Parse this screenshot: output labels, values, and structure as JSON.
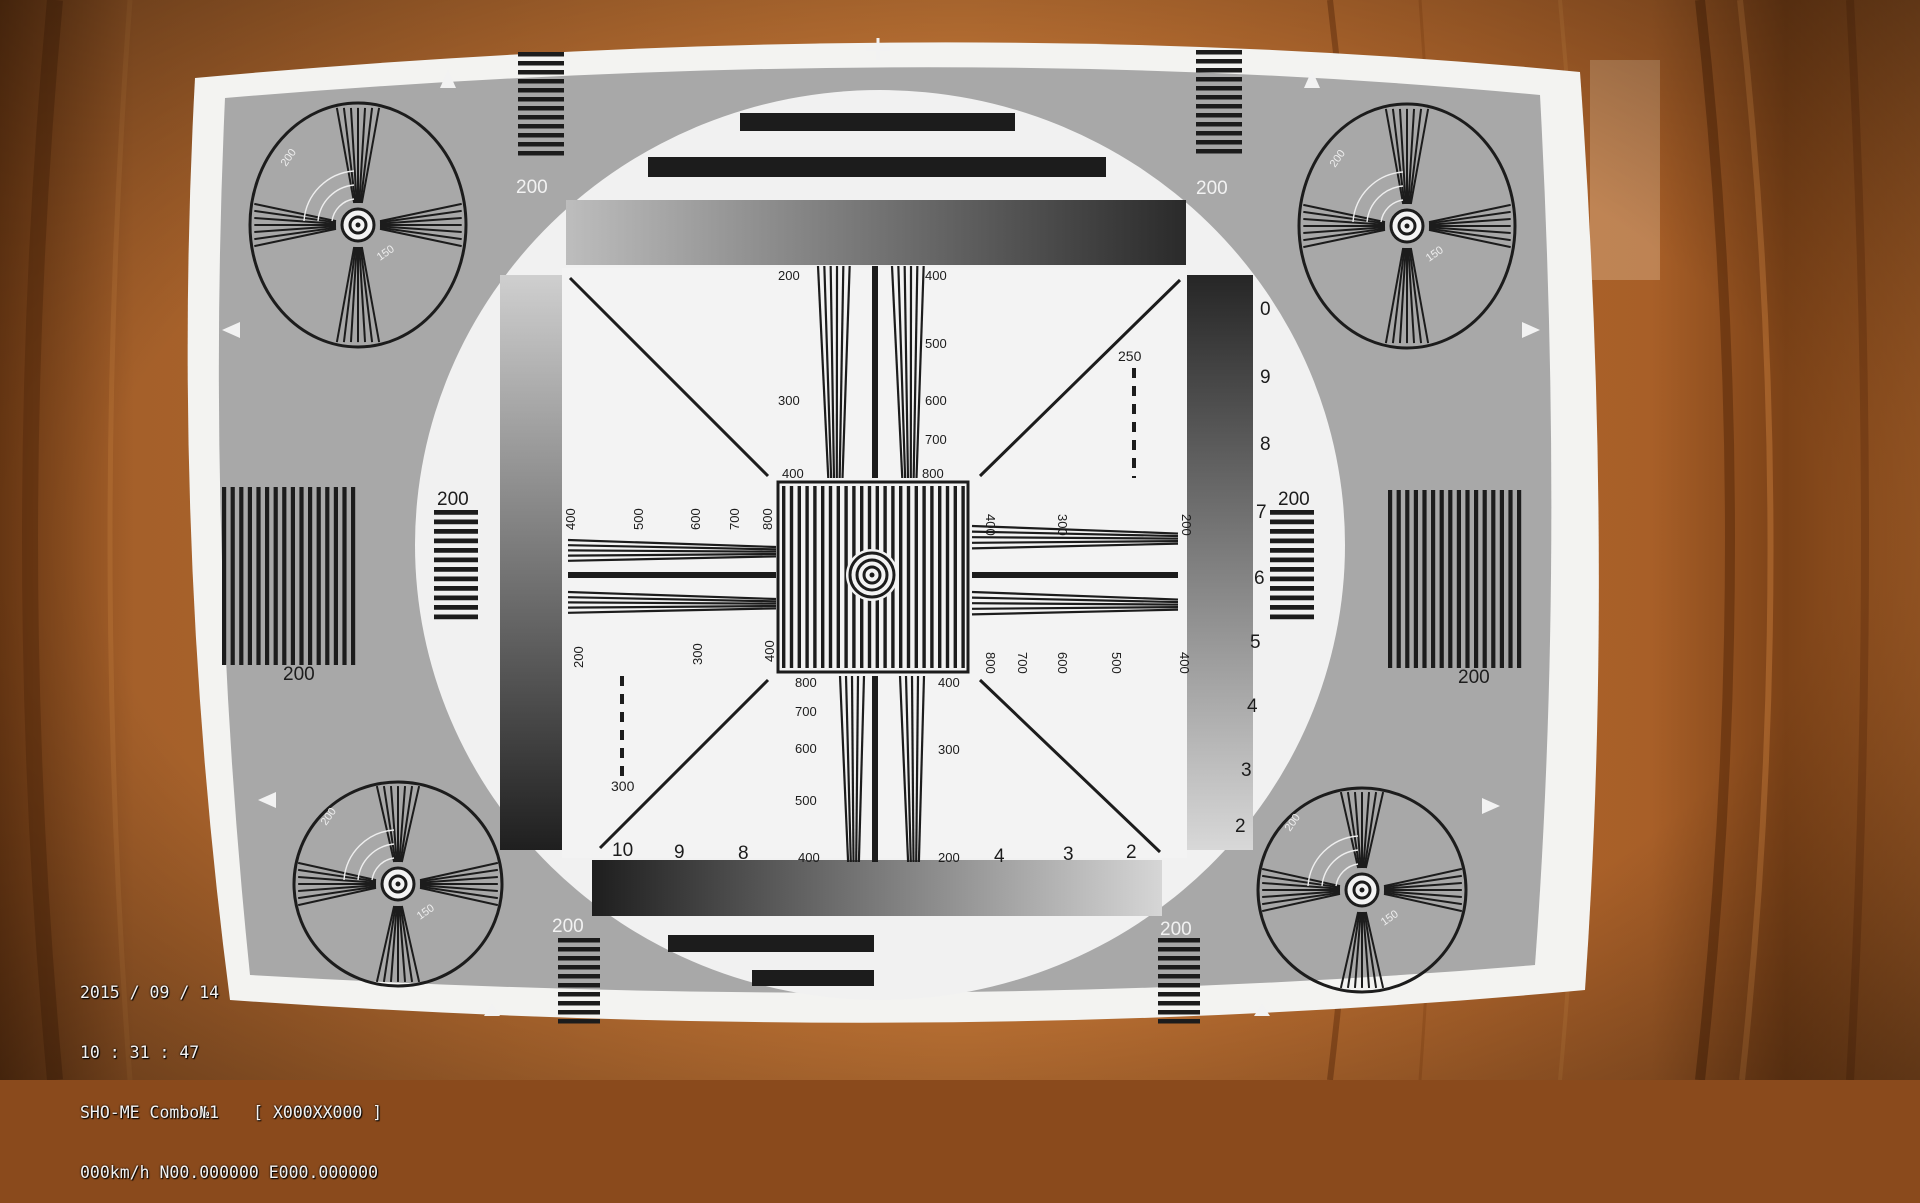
{
  "overlay": {
    "date": "2015 / 09 / 14",
    "time": "10 : 31 : 47",
    "device": "SHO-ME Combo№1",
    "serial": "[ X000XX000 ]",
    "gps": "000km/h N00.000000 E000.000000"
  },
  "chart": {
    "corner_labels": [
      "200",
      "200",
      "200",
      "200",
      "200",
      "200",
      "200",
      "200"
    ],
    "side_labels": [
      "200",
      "200"
    ],
    "top_ticks": [
      "200",
      "400",
      "500",
      "300",
      "600",
      "700",
      "400",
      "800"
    ],
    "bottom_ticks": [
      "800",
      "700",
      "600",
      "500",
      "400",
      "400",
      "300",
      "200"
    ],
    "left_ticks": [
      "400",
      "500",
      "600",
      "700",
      "800",
      "200",
      "300",
      "400"
    ],
    "right_ticks": [
      "400",
      "300",
      "200",
      "800",
      "700",
      "600",
      "500",
      "400"
    ],
    "diag_labels": [
      "250",
      "300"
    ],
    "right_scale": [
      "0",
      "9",
      "8",
      "7",
      "6",
      "5",
      "4",
      "3",
      "2"
    ],
    "bottom_scale": [
      "10",
      "9",
      "8",
      "4",
      "3",
      "2"
    ],
    "wheel_labels": [
      "200",
      "150"
    ]
  },
  "colors": {
    "wood": "#a8622a",
    "paper": "#f4f4f2",
    "chart_gray": "#a9a9a9",
    "ink": "#1c1c1c"
  }
}
